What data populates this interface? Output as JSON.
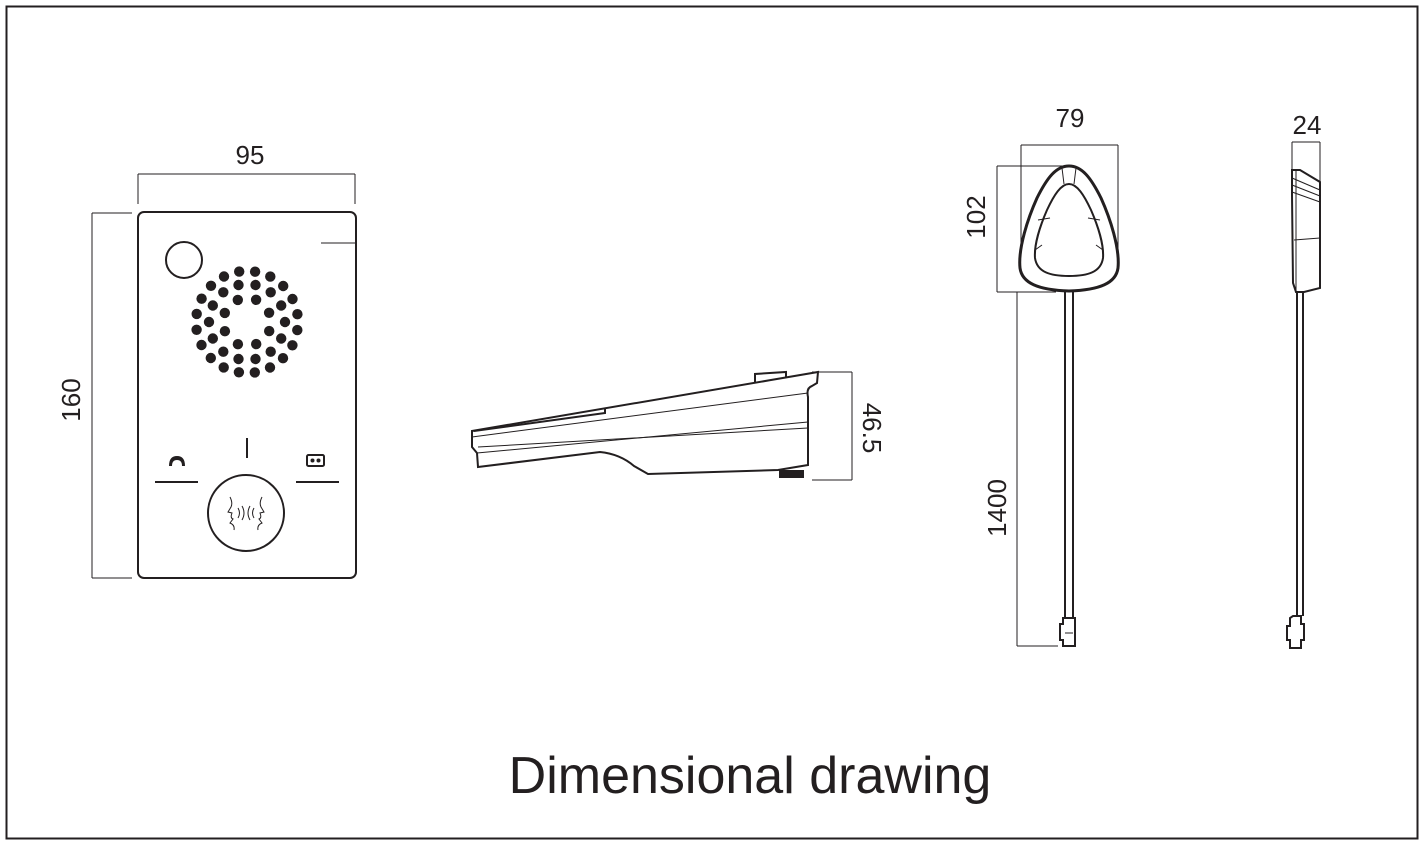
{
  "drawing": {
    "caption": "Dimensional drawing",
    "dimensions": {
      "front_width": "95",
      "front_height": "160",
      "side_depth": "46.5",
      "handset_width": "79",
      "handset_height": "102",
      "cable_length": "1400",
      "handset_thickness": "24"
    },
    "colors": {
      "line": "#231f20",
      "background": "#ffffff"
    },
    "icons": [
      "phone-icon",
      "voicemail-icon",
      "talk-icon"
    ]
  }
}
